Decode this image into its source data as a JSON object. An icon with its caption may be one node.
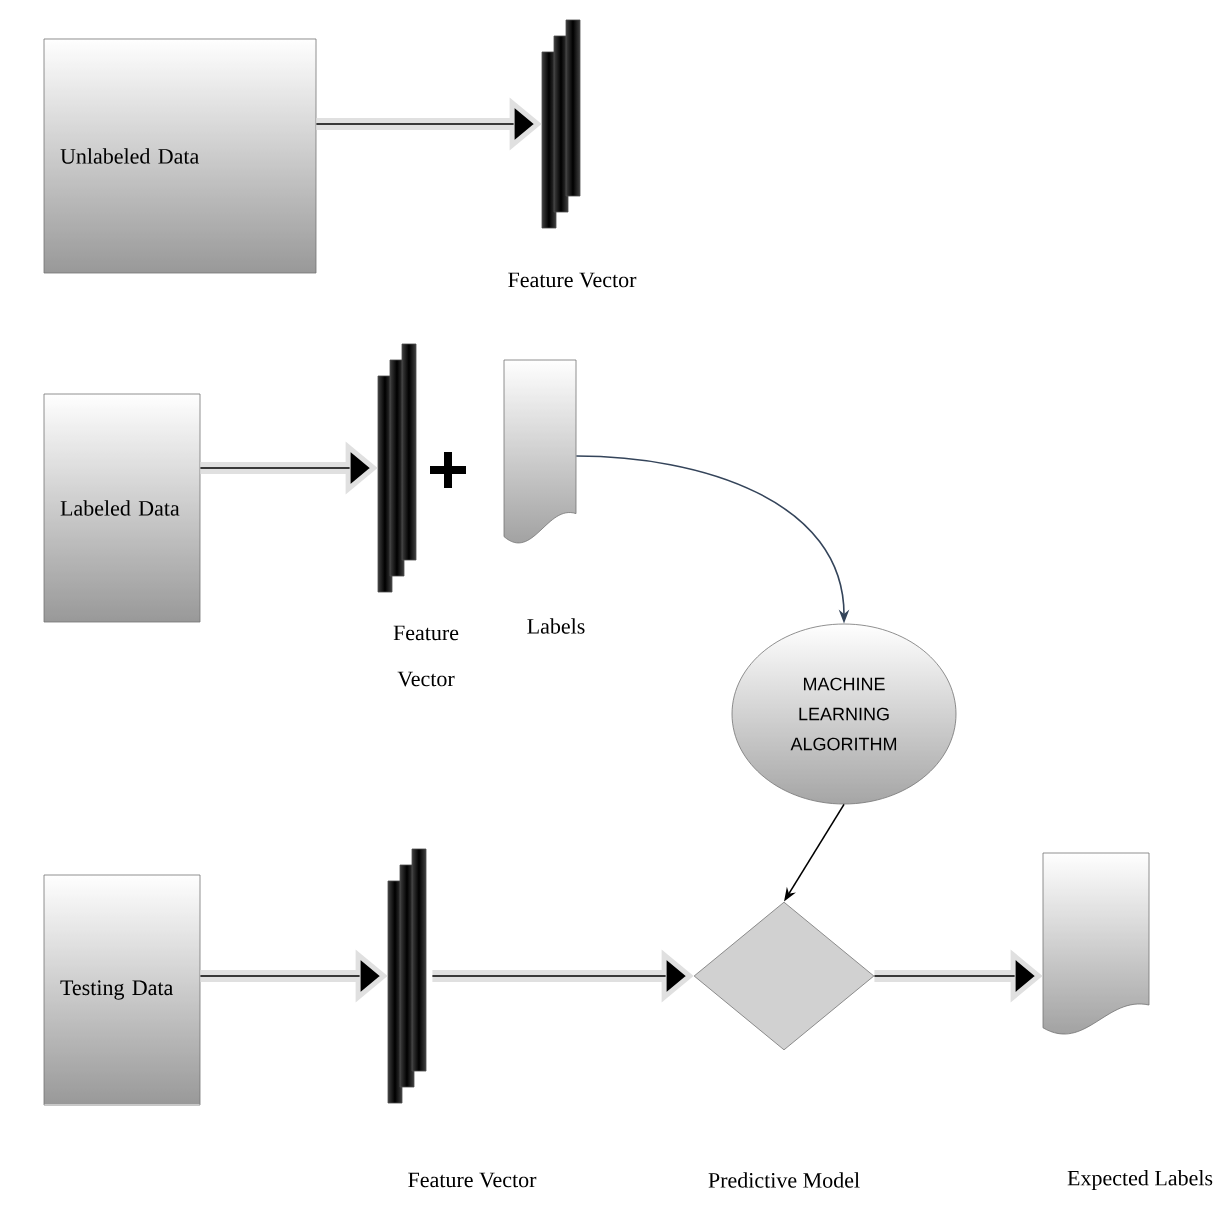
{
  "diagram": {
    "nodes": [
      {
        "text": [
          "Unlabeled Data"
        ]
      },
      {
        "text": [],
        "shape": "picture",
        "beside": [
          "Feature Vector"
        ]
      },
      {
        "text": [
          "Labeled Data"
        ]
      },
      {
        "text": [],
        "shape": "picture",
        "beside": [
          "Feature Vector"
        ]
      },
      {
        "text": [],
        "shape": "box",
        "beside": [
          "Labels"
        ]
      },
      {
        "text": [
          "MACHINE LEARNING ALGORITHM"
        ]
      },
      {
        "text": [
          "Testing Data"
        ]
      },
      {
        "text": [],
        "shape": "picture"
      },
      {
        "text": [],
        "shape": "diamond"
      },
      {
        "text": [],
        "shape": "box"
      }
    ],
    "labels": [
      "Feature Vector",
      "Predictive Model",
      "Expected Labels"
    ],
    "edges": [
      {
        "from": 0,
        "to": 1,
        "arrow": "to"
      },
      {
        "from": 2,
        "to": 3,
        "arrow": "to"
      },
      {
        "from": 4,
        "to": 5,
        "arrow": "to",
        "color": "#34445a"
      },
      {
        "from": 6,
        "to": 7,
        "arrow": "to"
      },
      {
        "from": 7,
        "to": 8,
        "arrow": "to"
      },
      {
        "from": 5,
        "to": 8,
        "arrow": "to"
      },
      {
        "from": 8,
        "to": 9,
        "arrow": "to"
      }
    ]
  }
}
